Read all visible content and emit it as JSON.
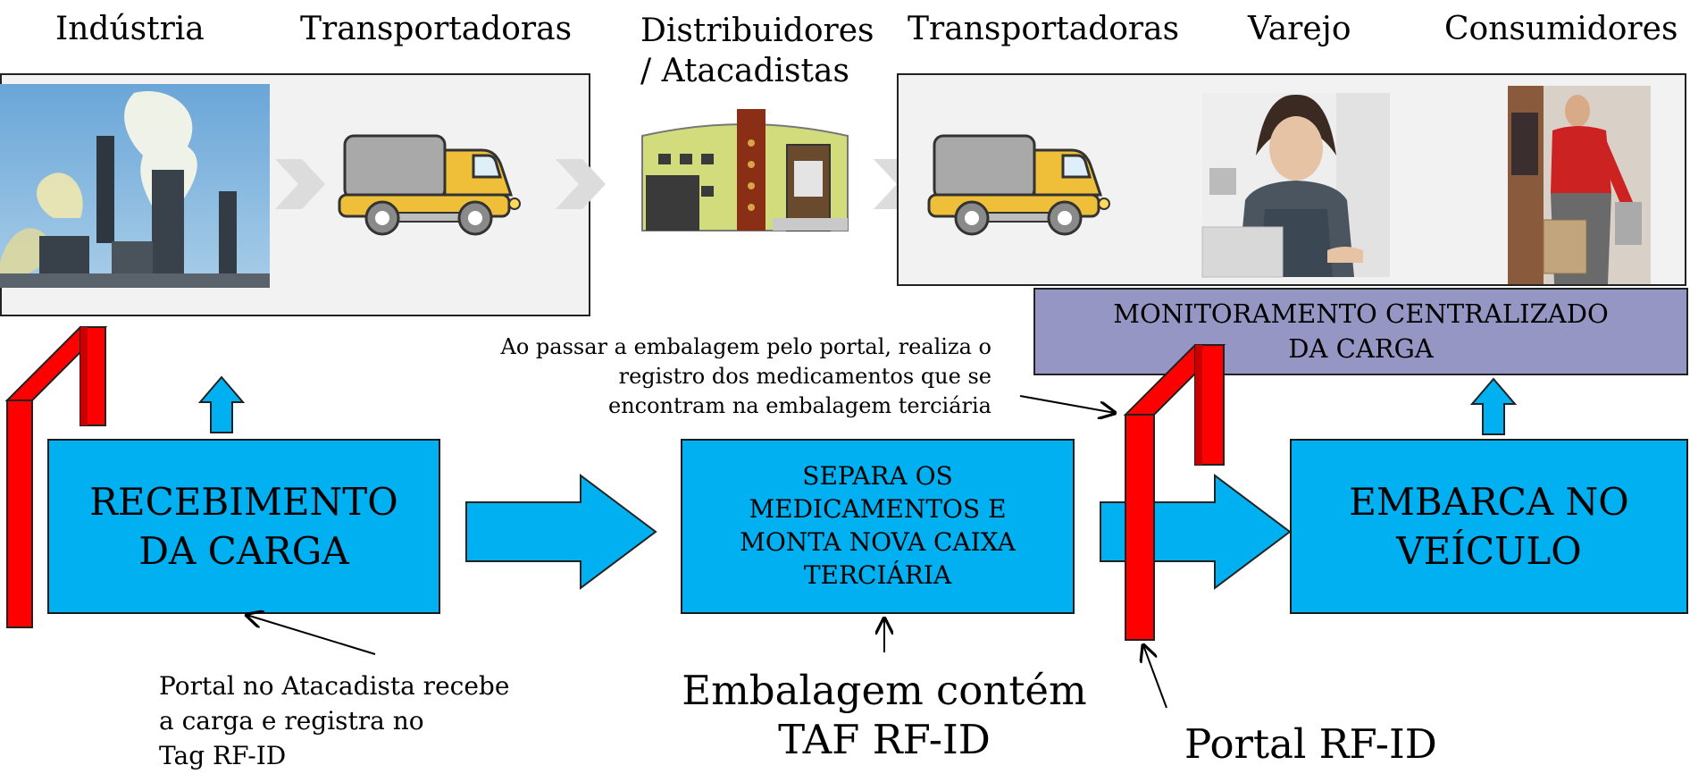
{
  "headers": {
    "industria": "Indústria",
    "transportadoras_1": "Transportadoras",
    "distribuidores_line1": "Distribuidores",
    "distribuidores_line2": "/ Atacadistas",
    "transportadoras_2": "Transportadoras",
    "varejo": "Varejo",
    "consumidores": "Consumidores"
  },
  "monitor": {
    "line1": "MONITORAMENTO CENTRALIZADO",
    "line2": "DA CARGA"
  },
  "boxes": {
    "recebimento": [
      "RECEBIMENTO",
      "DA CARGA"
    ],
    "separa": [
      "SEPARA OS",
      "MEDICAMENTOS E",
      "MONTA NOVA CAIXA",
      "TERCIÁRIA"
    ],
    "embarca": [
      "EMBARCA NO",
      "VEÍCULO"
    ]
  },
  "notes": {
    "portal_registro": [
      "Ao passar a embalagem pelo portal, realiza o",
      "registro dos medicamentos que se",
      "encontram na embalagem terciária"
    ],
    "portal_atacadista": [
      "Portal no Atacadista recebe",
      "a carga e registra no",
      "Tag RF-ID"
    ],
    "embalagem": [
      "Embalagem contém",
      "TAF RF-ID"
    ],
    "portal_rfid": "Portal RF-ID"
  },
  "colors": {
    "process_box": "#00b0f0",
    "monitor_box": "#9696c4",
    "portal": "#ff0000",
    "panel": "#f2f2f2"
  }
}
